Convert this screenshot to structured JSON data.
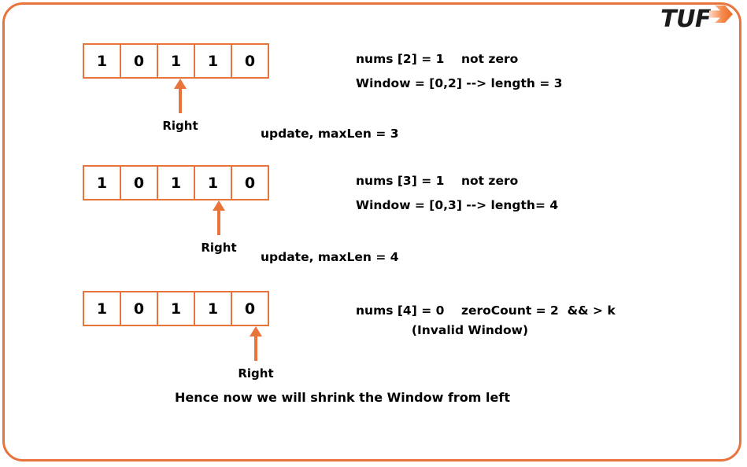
{
  "logo": {
    "text": "TUF",
    "arrow_icon": "chevron-right-icon",
    "arrow_color": "#F0703A"
  },
  "theme": {
    "accent": "#E8743B",
    "text": "#000000",
    "background": "#FFFFFF"
  },
  "steps": [
    {
      "id": "step-right-2",
      "array": [
        "1",
        "0",
        "1",
        "1",
        "0"
      ],
      "pointer_index": 2,
      "pointer_label": "Right",
      "note_lines": [
        "nums [2] = 1    not zero",
        "Window = [0,2] --> length = 3"
      ],
      "update_text": "update, maxLen = 3"
    },
    {
      "id": "step-right-3",
      "array": [
        "1",
        "0",
        "1",
        "1",
        "0"
      ],
      "pointer_index": 3,
      "pointer_label": "Right",
      "note_lines": [
        "nums [3] = 1    not zero",
        "Window = [0,3] --> length= 4"
      ],
      "update_text": "update, maxLen = 4"
    },
    {
      "id": "step-right-4",
      "array": [
        "1",
        "0",
        "1",
        "1",
        "0"
      ],
      "pointer_index": 4,
      "pointer_label": "Right",
      "note_lines": [
        "nums [4] = 0    zeroCount = 2  && > k",
        "(Invalid Window)"
      ],
      "update_text": ""
    }
  ],
  "footer": {
    "text": "Hence now we will shrink the Window from left"
  }
}
